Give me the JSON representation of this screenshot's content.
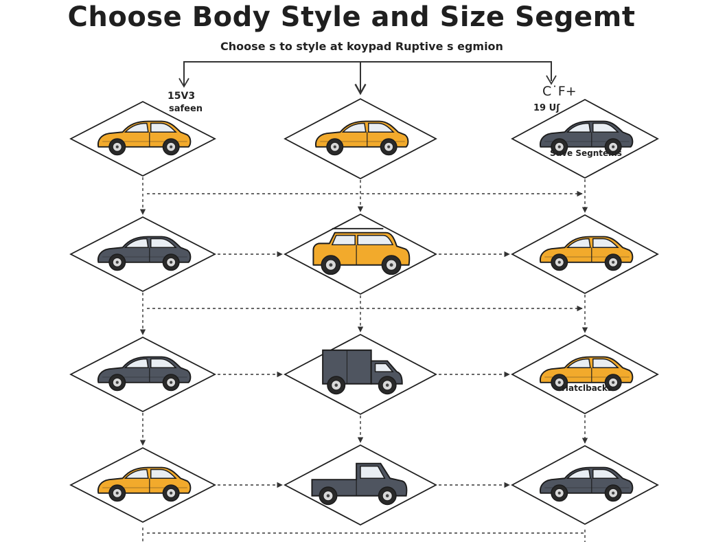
{
  "title": "Choose Body Style and Size Segemt",
  "subtitle": "Choose s to style at koypad Ruptive s egmion",
  "labels": {
    "top_left_line1": "15V3",
    "top_left_line2": "safeen",
    "top_right_line1": "C˙F+",
    "top_right_line2": "19 Uʃ",
    "suv_segments": "Suve Segnteins",
    "hatchbacks": "Hatclbacks"
  },
  "colors": {
    "yellow": "#f2aa2c",
    "dark": "#4f5560",
    "outline": "#1c1c1c",
    "connector": "#333333"
  },
  "grid": [
    [
      {
        "type": "sedan",
        "color": "yellow"
      },
      {
        "type": "sedan",
        "color": "yellow"
      },
      {
        "type": "sedan",
        "color": "dark"
      }
    ],
    [
      {
        "type": "sedan",
        "color": "dark"
      },
      {
        "type": "suv",
        "color": "yellow"
      },
      {
        "type": "sedan",
        "color": "yellow"
      }
    ],
    [
      {
        "type": "sedan",
        "color": "dark"
      },
      {
        "type": "van",
        "color": "dark"
      },
      {
        "type": "sedan",
        "color": "yellow"
      }
    ],
    [
      {
        "type": "sedan",
        "color": "yellow"
      },
      {
        "type": "pickup",
        "color": "dark"
      },
      {
        "type": "sedan",
        "color": "dark"
      }
    ]
  ]
}
